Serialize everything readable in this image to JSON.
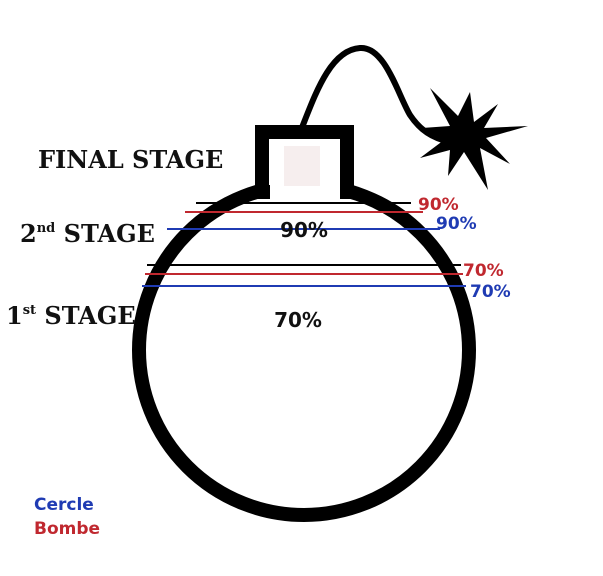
{
  "stages": {
    "final": "FINAL STAGE",
    "second_num": "2",
    "second_sup": "nd",
    "second_word": " STAGE",
    "first_num": "1",
    "first_sup": "st",
    "first_word": " STAGE"
  },
  "inner": {
    "upper": "90%",
    "lower": "70%"
  },
  "markers": {
    "bombe_upper": "90%",
    "cercle_upper": "90%",
    "bombe_lower": "70%",
    "cercle_lower": "70%"
  },
  "legend": {
    "cercle": "Cercle",
    "bombe": "Bombe"
  },
  "colors": {
    "cercle": "#1f3bb3",
    "bombe": "#c0282f",
    "outline": "#000000"
  },
  "icons": {
    "bomb": "bomb-icon",
    "spark": "spark-icon",
    "fuse": "fuse-icon"
  }
}
